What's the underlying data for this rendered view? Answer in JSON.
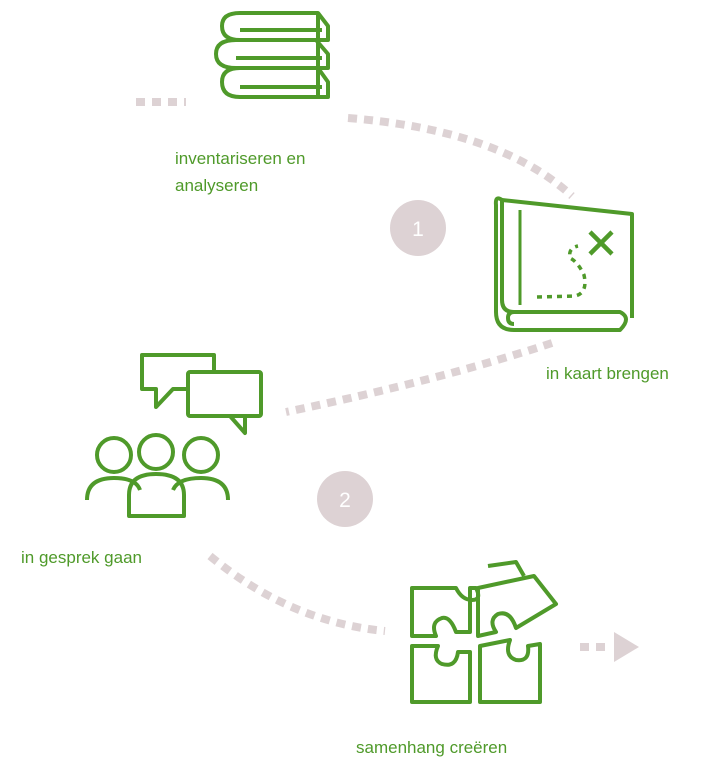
{
  "steps": [
    {
      "label": "inventariseren en",
      "label_line2": "analyseren",
      "icon": "books-icon"
    },
    {
      "label": "in kaart brengen",
      "icon": "treasure-map-icon"
    },
    {
      "label": "in gesprek gaan",
      "icon": "people-conversation-icon"
    },
    {
      "label": "samenhang creëren",
      "icon": "puzzle-icon"
    }
  ],
  "badges": [
    "1",
    "2"
  ],
  "colors": {
    "icon": "#4f9a2a",
    "path": "#ddd2d4",
    "badge": "#ddd2d4",
    "text": "#4f9a2a"
  }
}
